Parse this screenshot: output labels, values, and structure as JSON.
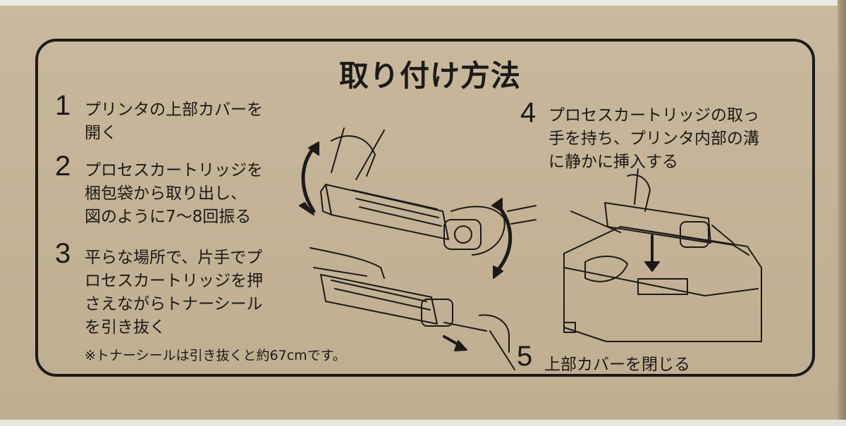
{
  "title": "取り付け方法",
  "steps": [
    {
      "number": "1",
      "text": "プリンタの上部カバーを\n開く"
    },
    {
      "number": "2",
      "text": "プロセスカートリッジを\n梱包袋から取り出し、\n図のように7〜8回振る"
    },
    {
      "number": "3",
      "text": "平らな場所で、片手でプ\nロセスカートリッジを押\nさえながらトナーシール\nを引き抜く"
    },
    {
      "number": "4",
      "text": "プロセスカートリッジの取っ\n手を持ち、プリンタ内部の溝\nに静かに挿入する"
    },
    {
      "number": "5",
      "text": "上部カバーを閉じる"
    }
  ],
  "note": "※トナーシールは引き抜くと約67cmです。",
  "colors": {
    "cardboard": "#c4b396",
    "ink": "#1c1a17"
  }
}
